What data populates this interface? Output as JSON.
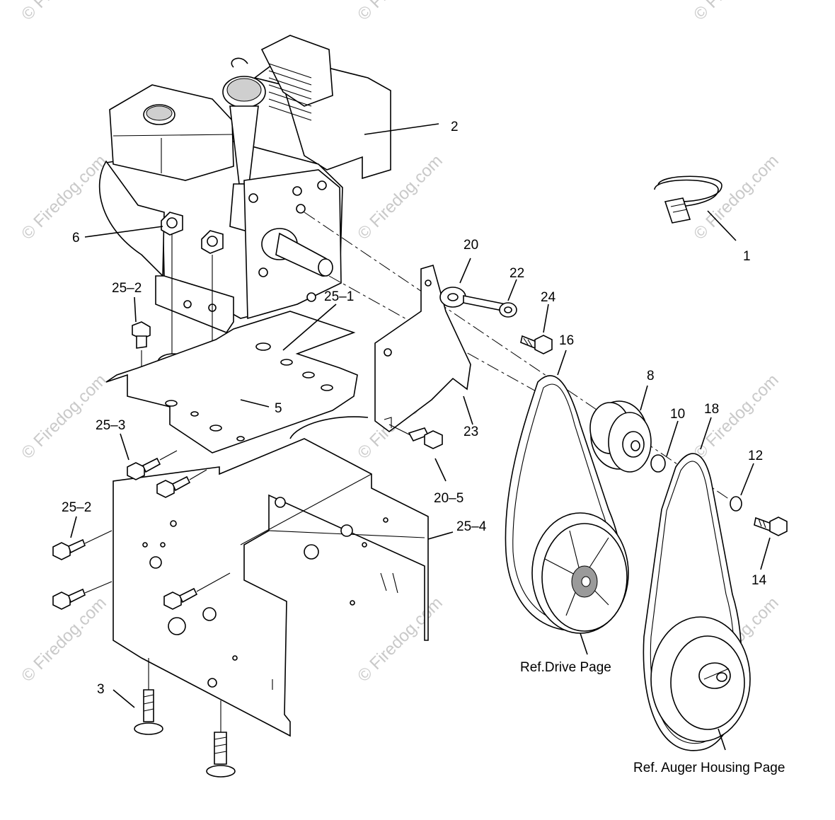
{
  "watermark": "© Firedog.com",
  "callouts": {
    "c1": "1",
    "c2": "2",
    "c3": "3",
    "c5": "5",
    "c6": "6",
    "c8": "8",
    "c10": "10",
    "c12": "12",
    "c14": "14",
    "c16": "16",
    "c18": "18",
    "c20": "20",
    "c22": "22",
    "c23": "23",
    "c24": "24",
    "c20_5": "20–5",
    "c25_1": "25–1",
    "c25_2a": "25–2",
    "c25_2b": "25–2",
    "c25_3": "25–3",
    "c25_4": "25–4"
  },
  "references": {
    "drive": "Ref.Drive Page",
    "auger": "Ref. Auger Housing Page"
  }
}
